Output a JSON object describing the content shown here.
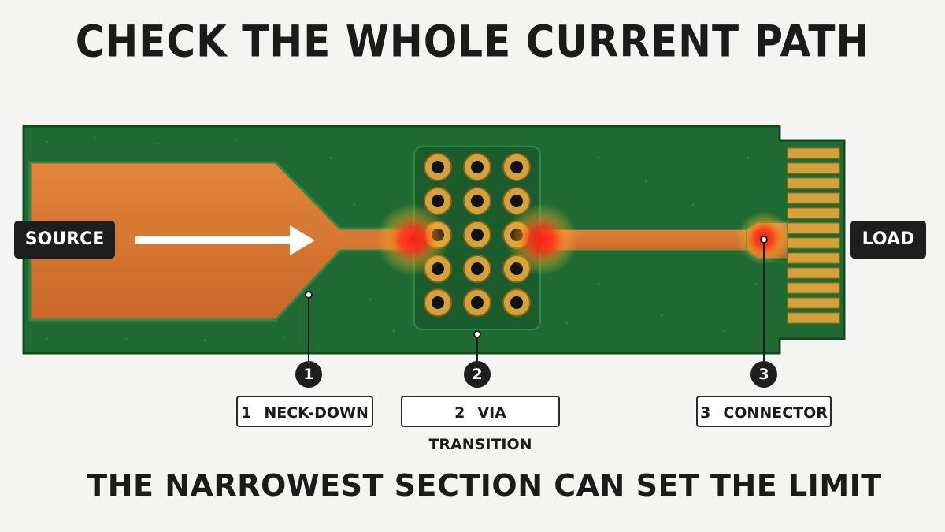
{
  "title": "CHECK THE WHOLE CURRENT PATH",
  "footer": "THE NARROWEST SECTION CAN SET THE LIMIT",
  "endpoints": {
    "source": "SOURCE",
    "load": "LOAD"
  },
  "callouts": [
    {
      "number": "1",
      "label": "NECK-DOWN"
    },
    {
      "number": "2",
      "label": "VIA TRANSITION"
    },
    {
      "number": "3",
      "label": "CONNECTOR"
    }
  ],
  "colors": {
    "board": "#1f6b33",
    "copper": "#d9772f",
    "gold": "#d4a23a",
    "hotspot": "#ff1e1e"
  }
}
